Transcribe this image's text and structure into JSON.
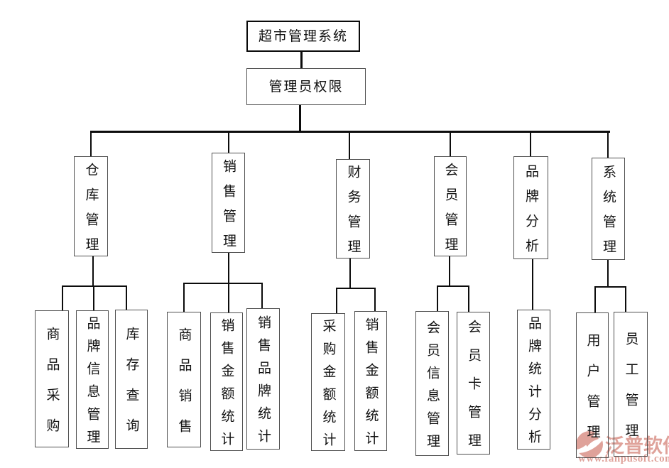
{
  "diagram": {
    "root": "超市管理系统",
    "admin": "管理员权限",
    "branches": [
      {
        "label": "仓库管理",
        "children": [
          "商品采购",
          "品牌信息管理",
          "库存查询"
        ]
      },
      {
        "label": "销售管理",
        "children": [
          "商品销售",
          "销售金额统计",
          "销售品牌统计"
        ]
      },
      {
        "label": "财务管理",
        "children": [
          "采购金额统计",
          "销售金额统计"
        ]
      },
      {
        "label": "会员管理",
        "children": [
          "会员信息管理",
          "会员卡管理"
        ]
      },
      {
        "label": "品牌分析",
        "children": [
          "品牌统计分析"
        ]
      },
      {
        "label": "系统管理",
        "children": [
          "用户管理",
          "员工管理"
        ]
      }
    ]
  },
  "watermark": {
    "brand": "泛普软件",
    "url": "www.fanpusoft.com",
    "color": "#dfa29a"
  },
  "colors": {
    "line": "#0c0c0c",
    "box_border": "#4f4f4f",
    "root_border": "#0a0a0a",
    "text": "#121212",
    "background": "#ffffff"
  }
}
